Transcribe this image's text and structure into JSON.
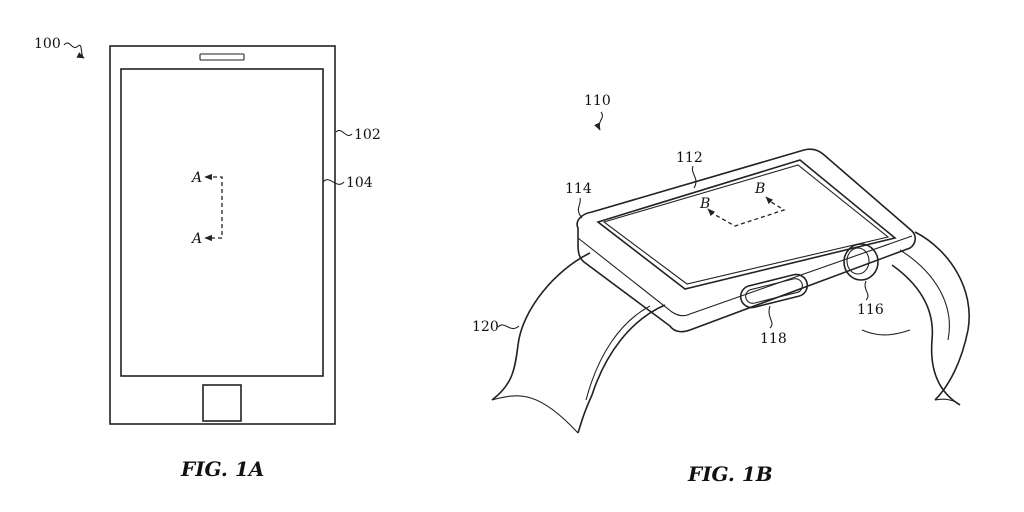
{
  "fig_a": {
    "caption": "FIG. 1A",
    "device_ref": "100",
    "housing_ref": "102",
    "display_ref": "104",
    "section_label_top": "A",
    "section_label_bottom": "A"
  },
  "fig_b": {
    "caption": "FIG. 1B",
    "device_ref": "110",
    "display_ref": "112",
    "housing_ref": "114",
    "crown_ref": "116",
    "button_ref": "118",
    "band_ref": "120",
    "section_label_left": "B",
    "section_label_right": "B"
  }
}
